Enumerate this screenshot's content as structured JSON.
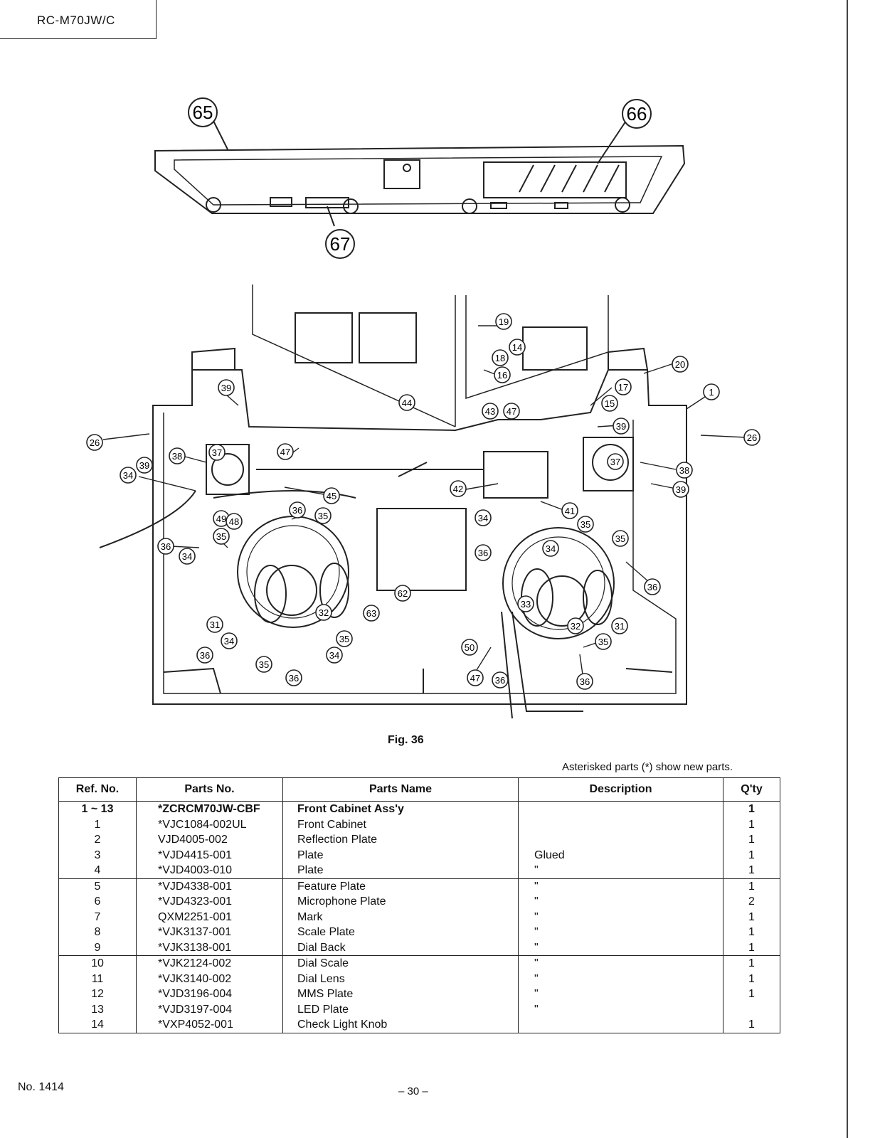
{
  "header": {
    "model": "RC-M70JW/C"
  },
  "figure": {
    "caption": "Fig. 36",
    "top_callouts": [
      "65",
      "66",
      "67"
    ],
    "callouts": [
      "39",
      "26",
      "38",
      "37",
      "34",
      "39",
      "47",
      "45",
      "36",
      "35",
      "49",
      "48",
      "35",
      "36",
      "34",
      "31",
      "34",
      "36",
      "35",
      "35",
      "36",
      "34",
      "32",
      "62",
      "63",
      "19",
      "14",
      "18",
      "16",
      "20",
      "1",
      "17",
      "15",
      "39",
      "26",
      "43",
      "47",
      "42",
      "37",
      "38",
      "39",
      "41",
      "34",
      "35",
      "36",
      "35",
      "34",
      "36",
      "33",
      "32",
      "31",
      "35",
      "50",
      "47",
      "36",
      "36",
      "44"
    ]
  },
  "note": "Asterisked parts (*) show new parts.",
  "table": {
    "headers": [
      "Ref. No.",
      "Parts No.",
      "Parts Name",
      "Description",
      "Q'ty"
    ],
    "rows": [
      {
        "ref": "1 ~ 13",
        "pno": "*ZCRCM70JW-CBF",
        "name": "Front Cabinet Ass'y",
        "desc": "",
        "qty": "1"
      },
      {
        "ref": "1",
        "pno": "*VJC1084-002UL",
        "name": "Front Cabinet",
        "desc": "",
        "qty": "1"
      },
      {
        "ref": "2",
        "pno": "VJD4005-002",
        "name": "Reflection Plate",
        "desc": "",
        "qty": "1"
      },
      {
        "ref": "3",
        "pno": "*VJD4415-001",
        "name": "Plate",
        "desc": "Glued",
        "qty": "1"
      },
      {
        "ref": "4",
        "pno": "*VJD4003-010",
        "name": "Plate",
        "desc": "\"",
        "qty": "1"
      },
      {
        "ref": "5",
        "pno": "*VJD4338-001",
        "name": "Feature Plate",
        "desc": "\"",
        "qty": "1"
      },
      {
        "ref": "6",
        "pno": "*VJD4323-001",
        "name": "Microphone Plate",
        "desc": "\"",
        "qty": "2"
      },
      {
        "ref": "7",
        "pno": "QXM2251-001",
        "name": "Mark",
        "desc": "\"",
        "qty": "1"
      },
      {
        "ref": "8",
        "pno": "*VJK3137-001",
        "name": "Scale Plate",
        "desc": "\"",
        "qty": "1"
      },
      {
        "ref": "9",
        "pno": "*VJK3138-001",
        "name": "Dial Back",
        "desc": "\"",
        "qty": "1"
      },
      {
        "ref": "10",
        "pno": "*VJK2124-002",
        "name": "Dial Scale",
        "desc": "\"",
        "qty": "1"
      },
      {
        "ref": "11",
        "pno": "*VJK3140-002",
        "name": "Dial Lens",
        "desc": "\"",
        "qty": "1"
      },
      {
        "ref": "12",
        "pno": "*VJD3196-004",
        "name": "MMS Plate",
        "desc": "\"",
        "qty": "1"
      },
      {
        "ref": "13",
        "pno": "*VJD3197-004",
        "name": "LED Plate",
        "desc": "\"",
        "qty": ""
      },
      {
        "ref": "14",
        "pno": "*VXP4052-001",
        "name": "Check Light Knob",
        "desc": "",
        "qty": "1"
      }
    ]
  },
  "footer": {
    "doc_no": "No. 1414",
    "page": "– 30 –"
  }
}
